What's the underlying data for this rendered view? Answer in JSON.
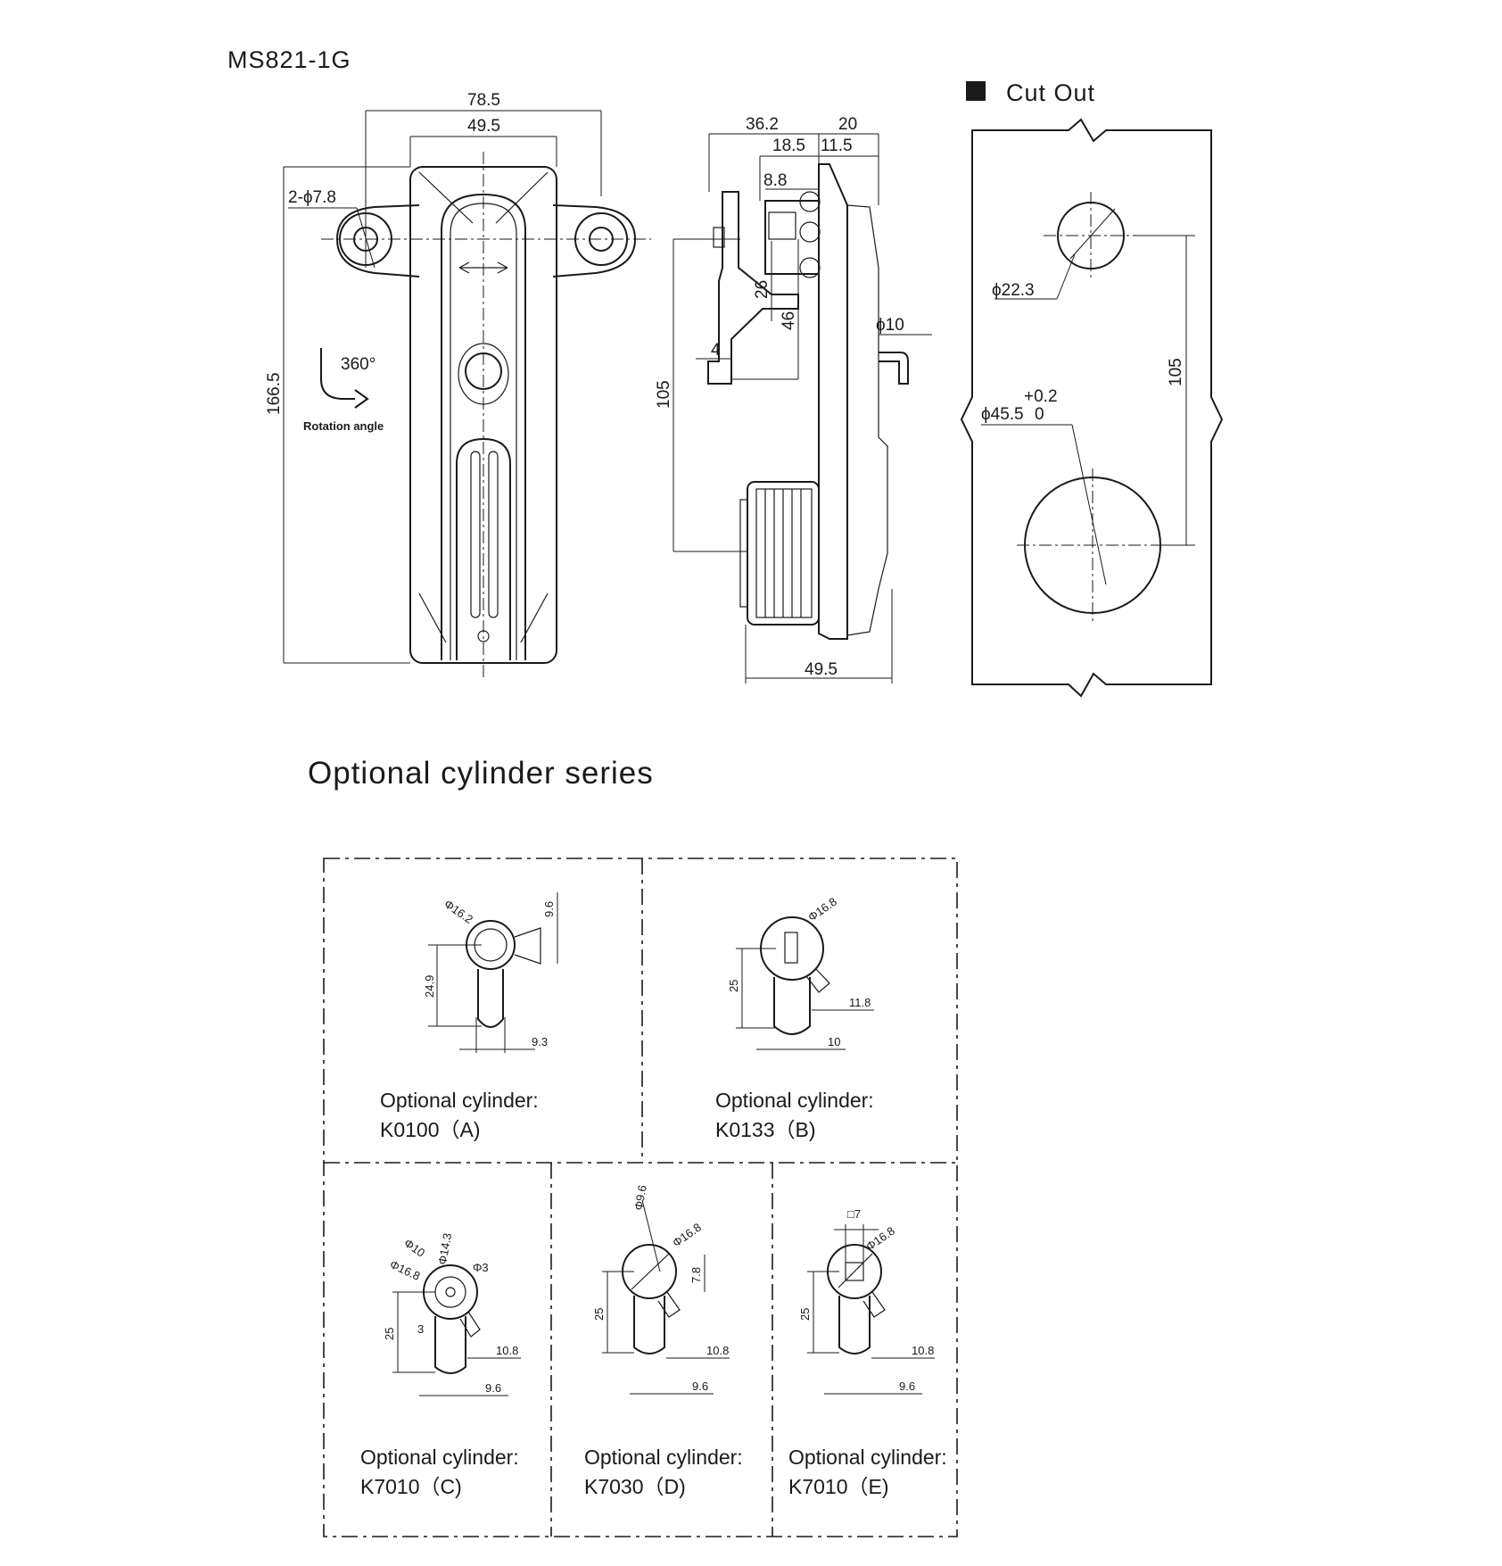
{
  "model": "MS821-1G",
  "front_view": {
    "dims": {
      "width_outer": "78.5",
      "width_inner": "49.5",
      "holes": "2-ϕ7.8",
      "height": "166.5"
    },
    "rotation_value": "360°",
    "rotation_label": "Rotation angle"
  },
  "side_view": {
    "dims": {
      "d_36_2": "36.2",
      "d_20": "20",
      "d_18_5": "18.5",
      "d_11_5": "11.5",
      "d_8_8": "8.8",
      "d_26": "26",
      "d_46": "46",
      "d_4": "4",
      "d_105": "105",
      "d_phi10": "ϕ10",
      "d_49_5": "49.5"
    }
  },
  "cut_out": {
    "title": "Cut Out",
    "dims": {
      "small_hole": "ϕ22.3",
      "large_hole": "ϕ45.5",
      "tol_upper": "+0.2",
      "tol_lower": "0",
      "spacing": "105"
    }
  },
  "cylinder_section": {
    "title": "Optional cylinder series",
    "cells": [
      {
        "label": "Optional cylinder:",
        "code": "K0100（A)",
        "dims": {
          "a": "Φ16.2",
          "b": "9.6",
          "c": "24.9",
          "d": "9.3"
        }
      },
      {
        "label": "Optional cylinder:",
        "code": "K0133（B)",
        "dims": {
          "a": "Φ16.8",
          "b": "25",
          "c": "11.8",
          "d": "10"
        }
      },
      {
        "label": "Optional cylinder:",
        "code": "K7010（C)",
        "dims": {
          "a": "Φ10",
          "b": "Φ16.8",
          "c": "Φ14.3",
          "d": "Φ3",
          "e": "25",
          "f": "3",
          "g": "10.8",
          "h": "9.6"
        }
      },
      {
        "label": "Optional cylinder:",
        "code": "K7030（D)",
        "dims": {
          "a": "Φ9.6",
          "b": "Φ16.8",
          "c": "7.8",
          "d": "25",
          "e": "10.8",
          "f": "9.6"
        }
      },
      {
        "label": "Optional cylinder:",
        "code": "K7010（E)",
        "dims": {
          "a": "□7",
          "b": "Φ16.8",
          "c": "25",
          "d": "10.8",
          "e": "9.6"
        }
      }
    ]
  }
}
